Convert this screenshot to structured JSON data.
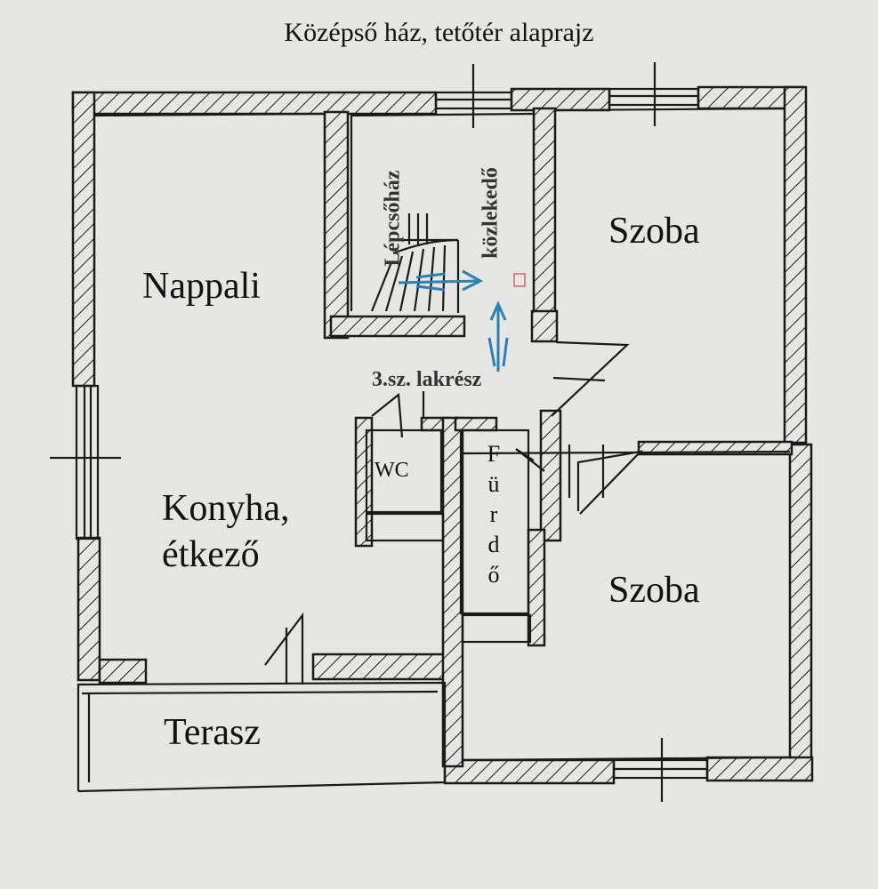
{
  "title": "Középső ház, tetőtér alaprajz",
  "rooms": {
    "living": "Nappali",
    "kitchen_line1": "Konyha,",
    "kitchen_line2": "étkező",
    "terrace": "Terasz",
    "room_top": "Szoba",
    "room_bottom": "Szoba",
    "wc": "WC",
    "bath": "Fürdő",
    "bath_letters": [
      "F",
      "ü",
      "r",
      "d",
      "ő"
    ],
    "stairwell": "Lépcsőház",
    "corridor": "közlekedő",
    "unit": "3.sz. lakrész"
  },
  "colors": {
    "background": "#e6e6e4",
    "wall": "#1a1a1a",
    "arrow": "#2f7fb3"
  }
}
